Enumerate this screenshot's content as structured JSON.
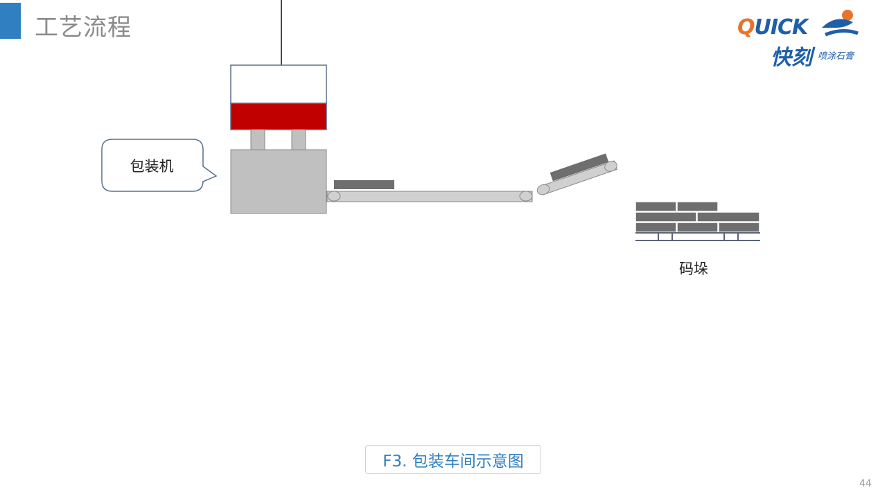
{
  "header": {
    "title": "工艺流程"
  },
  "logo": {
    "brand_first": "Q",
    "brand_rest": "UICK",
    "brand_cn": "快刻",
    "tagline": "喷涂石膏"
  },
  "diagram": {
    "packing_machine_label": "包装机",
    "palletizing_label": "码垛"
  },
  "caption": "F3. 包装车间示意图",
  "page_number": "44",
  "colors": {
    "accent": "#2f7fc1",
    "hopper_red": "#c00000",
    "machine_gray": "#c0c0c0",
    "bag_dark": "#6e6e6e"
  }
}
